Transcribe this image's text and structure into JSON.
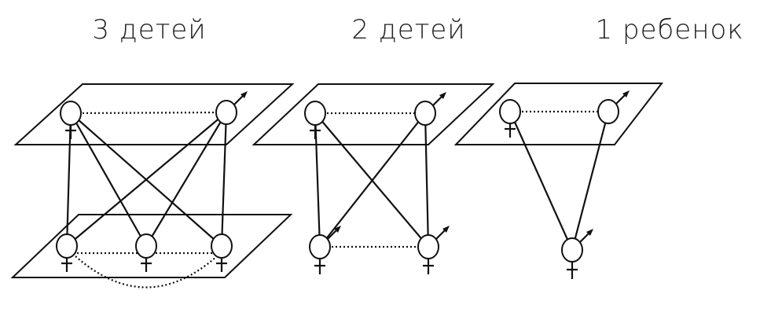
{
  "titles": [
    "3 детей",
    "2 детей",
    "1 ребенок"
  ],
  "colors": {
    "ink": "#111111",
    "background": "#ffffff"
  },
  "panels": [
    {
      "label": "3 детей",
      "parents": [
        "female",
        "male"
      ],
      "children": [
        "female",
        "female",
        "female"
      ]
    },
    {
      "label": "2 детей",
      "parents": [
        "female",
        "male"
      ],
      "children": [
        "female",
        "female"
      ]
    },
    {
      "label": "1 ребенок",
      "parents": [
        "female",
        "male"
      ],
      "children": [
        "female"
      ]
    }
  ]
}
